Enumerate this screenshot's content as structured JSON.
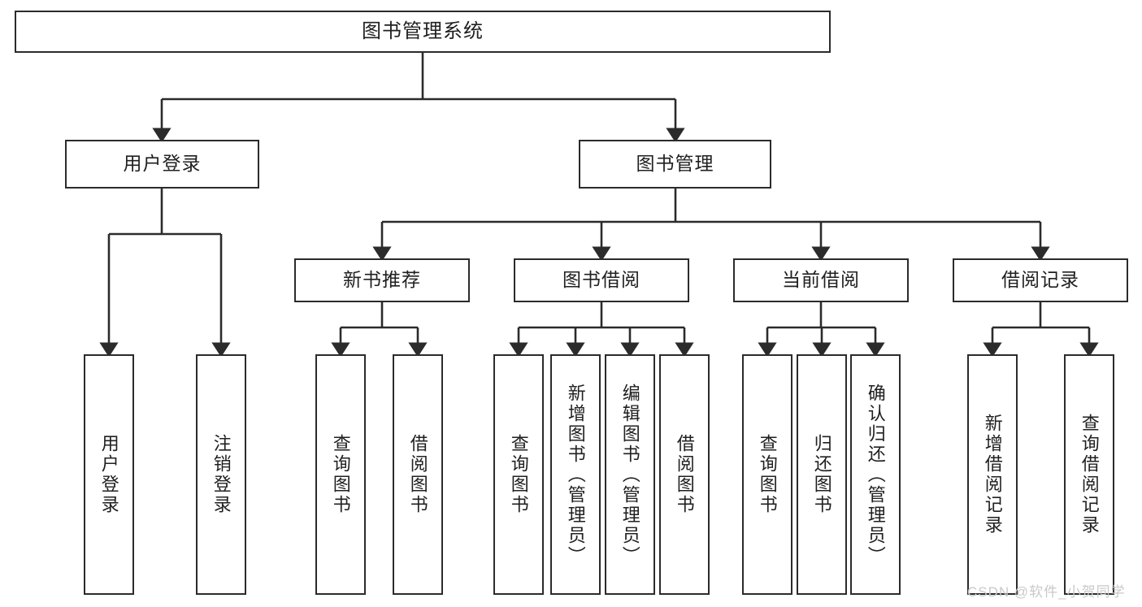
{
  "diagram": {
    "title": "图书管理系统",
    "type": "tree-hierarchy",
    "orientation": "top-down",
    "stroke_color": "#2b2b2b",
    "text_color": "#202020",
    "background": "#ffffff"
  },
  "nodes": {
    "root": {
      "label": "图书管理系统",
      "level": 0
    },
    "level1": [
      {
        "id": "user-login",
        "label": "用户登录"
      },
      {
        "id": "book-management",
        "label": "图书管理"
      }
    ],
    "level2": [
      {
        "id": "new-book-recommend",
        "label": "新书推荐"
      },
      {
        "id": "book-borrow",
        "label": "图书借阅"
      },
      {
        "id": "current-borrow",
        "label": "当前借阅"
      },
      {
        "id": "borrow-record",
        "label": "借阅记录"
      }
    ],
    "leaves": {
      "user-login": [
        {
          "id": "leaf-user-login",
          "label": "用户登录"
        },
        {
          "id": "leaf-logout",
          "label": "注销登录"
        }
      ],
      "new-book-recommend": [
        {
          "id": "leaf-query-book-1",
          "label": "查询图书"
        },
        {
          "id": "leaf-borrow-book-1",
          "label": "借阅图书"
        }
      ],
      "book-borrow": [
        {
          "id": "leaf-query-book-2",
          "label": "查询图书"
        },
        {
          "id": "leaf-add-book",
          "label": "新增图书（管理员）"
        },
        {
          "id": "leaf-edit-book",
          "label": "编辑图书（管理员）"
        },
        {
          "id": "leaf-borrow-book-2",
          "label": "借阅图书"
        }
      ],
      "current-borrow": [
        {
          "id": "leaf-query-book-3",
          "label": "查询图书"
        },
        {
          "id": "leaf-return-book",
          "label": "归还图书"
        },
        {
          "id": "leaf-confirm-return",
          "label": "确认归还（管理员）"
        }
      ],
      "borrow-record": [
        {
          "id": "leaf-add-record",
          "label": "新增借阅记录"
        },
        {
          "id": "leaf-query-record",
          "label": "查询借阅记录"
        }
      ]
    }
  },
  "watermark": {
    "text": "CSDN @软件_小贺同学",
    "color": "#c9c9c9"
  }
}
